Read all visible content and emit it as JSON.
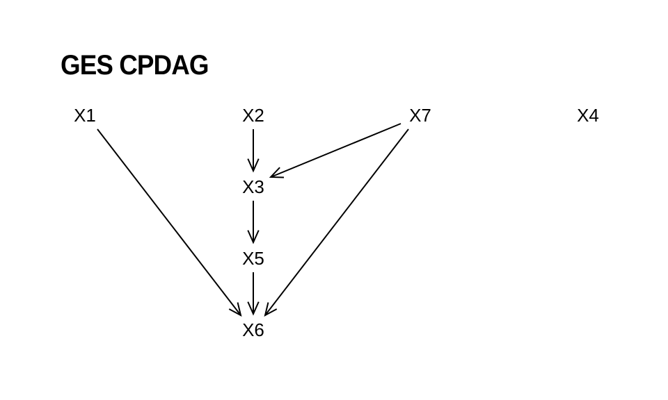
{
  "title": "GES CPDAG",
  "graph": {
    "nodes": [
      {
        "id": "X1",
        "label": "X1"
      },
      {
        "id": "X2",
        "label": "X2"
      },
      {
        "id": "X7",
        "label": "X7"
      },
      {
        "id": "X4",
        "label": "X4"
      },
      {
        "id": "X3",
        "label": "X3"
      },
      {
        "id": "X5",
        "label": "X5"
      },
      {
        "id": "X6",
        "label": "X6"
      }
    ],
    "edges": [
      {
        "from": "X2",
        "to": "X3",
        "type": "directed"
      },
      {
        "from": "X7",
        "to": "X3",
        "type": "directed"
      },
      {
        "from": "X3",
        "to": "X5",
        "type": "directed"
      },
      {
        "from": "X5",
        "to": "X6",
        "type": "directed"
      },
      {
        "from": "X1",
        "to": "X6",
        "type": "directed"
      },
      {
        "from": "X7",
        "to": "X6",
        "type": "directed"
      }
    ]
  },
  "colors": {
    "stroke": "#000000",
    "text": "#000000",
    "background": "#ffffff"
  }
}
